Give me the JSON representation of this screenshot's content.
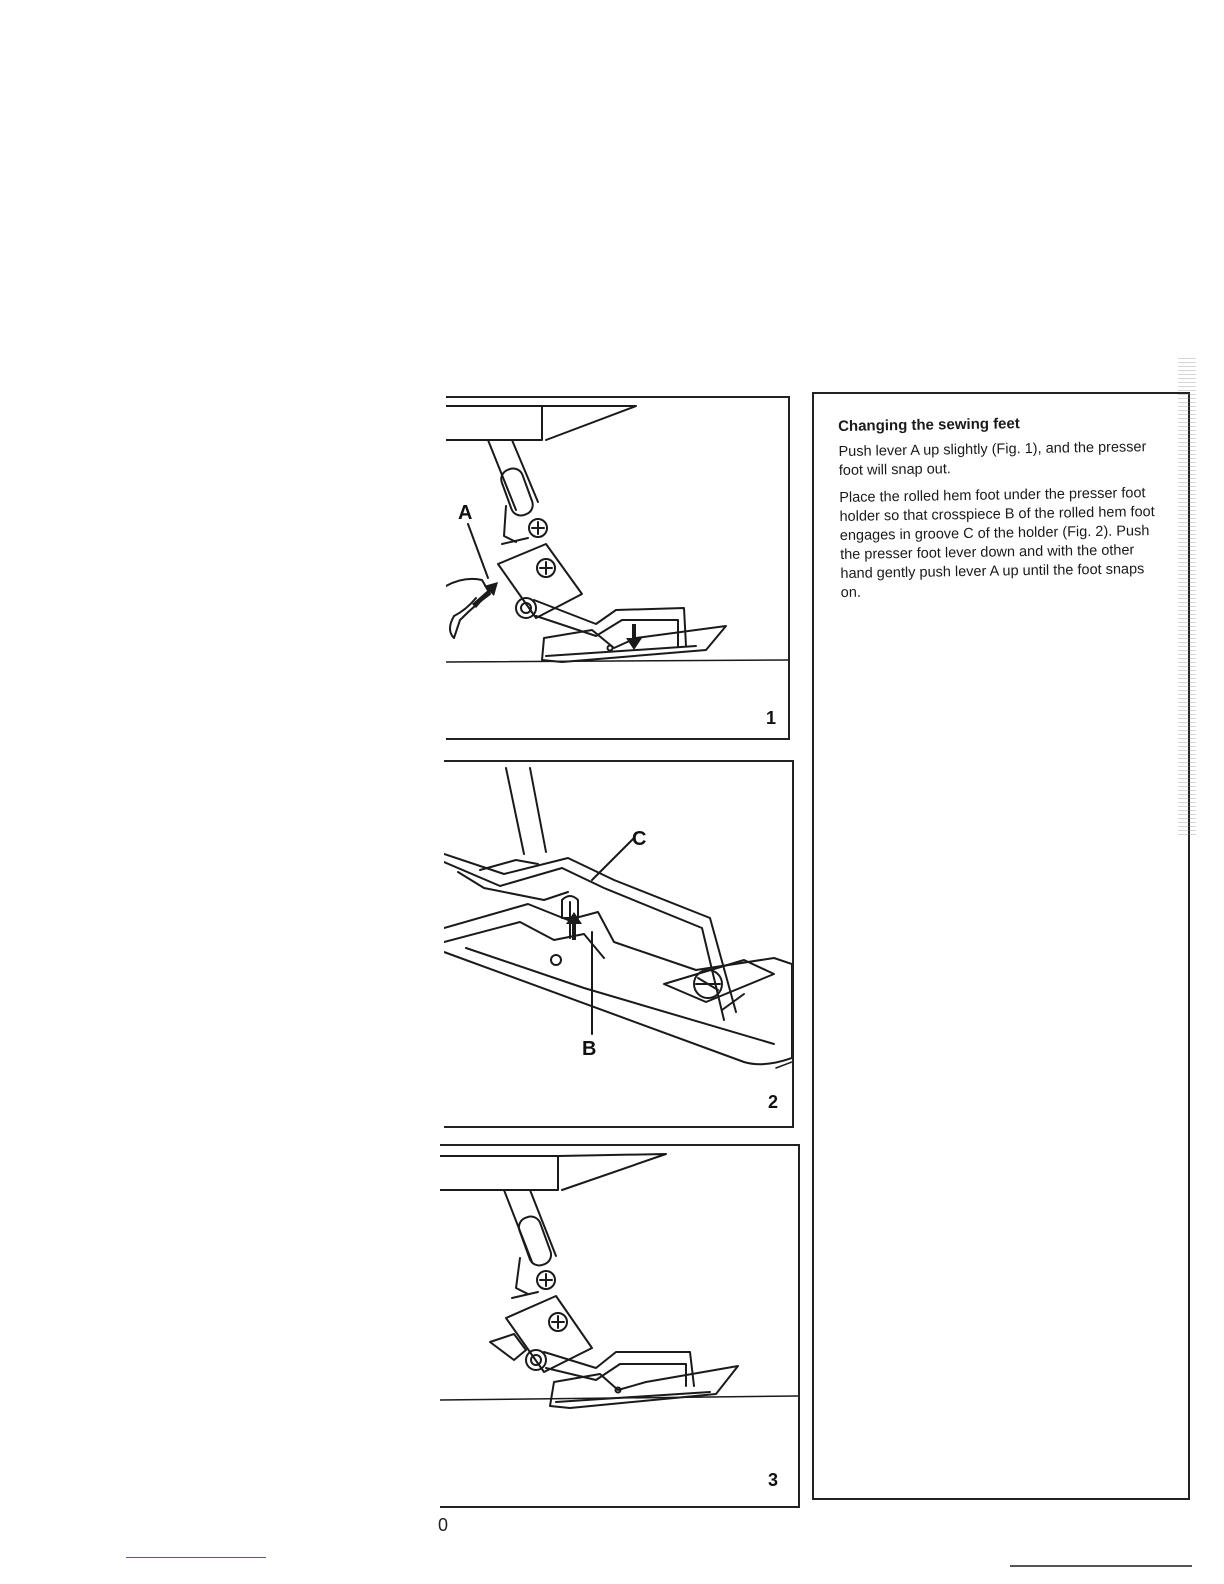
{
  "section": {
    "heading": "Changing the sewing feet",
    "paragraphs": [
      "Push lever A up slightly (Fig. 1), and the presser foot will snap out.",
      "Place the rolled hem foot under the presser foot holder so that crosspiece B of the rolled hem foot engages in groove C of the holder (Fig. 2). Push the presser foot lever down and with the other hand gently push lever A up until the foot snaps on."
    ]
  },
  "figures": [
    {
      "number": "1",
      "labels": [
        "A"
      ]
    },
    {
      "number": "2",
      "labels": [
        "C",
        "B"
      ]
    },
    {
      "number": "3",
      "labels": []
    }
  ],
  "page_number": "0",
  "colors": {
    "ink": "#1a1a1a",
    "paper": "#ffffff"
  }
}
